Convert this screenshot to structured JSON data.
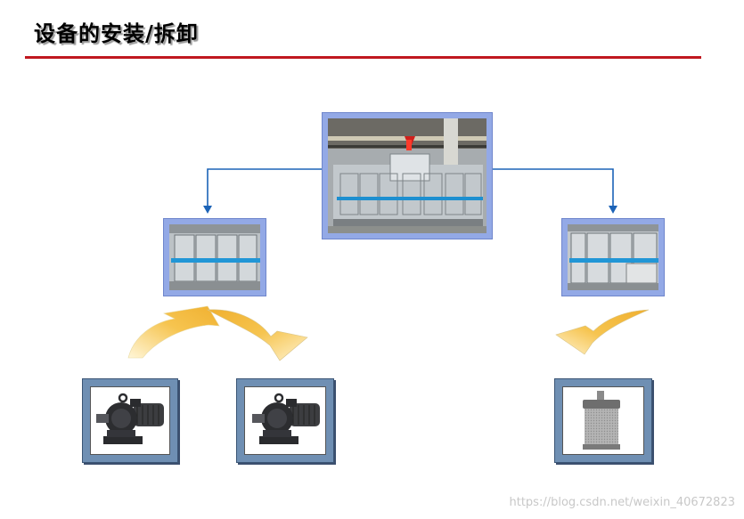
{
  "title": "设备的安装/拆卸",
  "watermark": "https://blog.csdn.net/weixin_40672823",
  "colors": {
    "rule": "#c0171f",
    "connector": "#1c63b7",
    "arrow_fill": "#f6c44f",
    "frame_blue": "#93a9e6",
    "frame_dark": "#6f8fb3"
  },
  "nodes": [
    {
      "id": "factory-line",
      "icon": "production-line-photo"
    },
    {
      "id": "module-left",
      "icon": "machine-module-photo"
    },
    {
      "id": "module-right",
      "icon": "machine-module-photo"
    },
    {
      "id": "motor-1",
      "icon": "gear-motor-photo"
    },
    {
      "id": "motor-2",
      "icon": "gear-motor-photo"
    },
    {
      "id": "filter",
      "icon": "filter-cartridge-photo"
    }
  ]
}
